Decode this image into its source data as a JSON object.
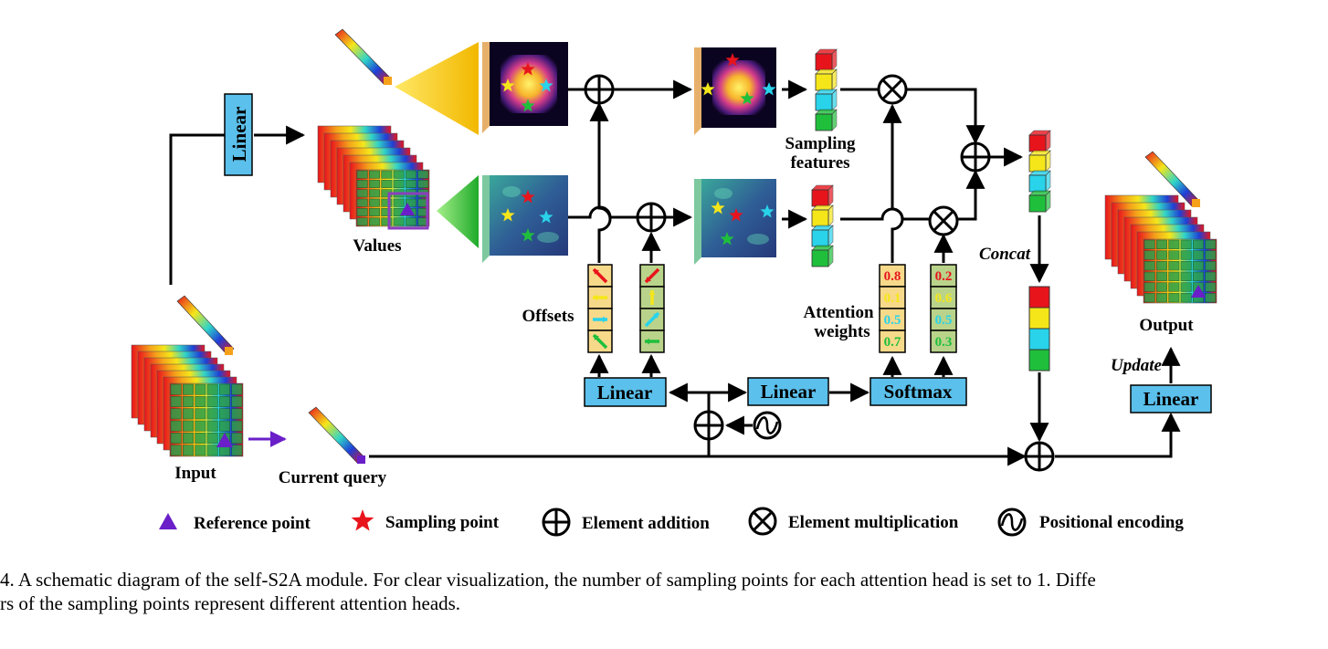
{
  "labels": {
    "linear_top": "Linear",
    "values": "Values",
    "sampling_features_1": "Sampling",
    "sampling_features_2": "features",
    "offsets": "Offsets",
    "attention_weights_1": "Attention",
    "attention_weights_2": "weights",
    "concat": "Concat",
    "output": "Output",
    "update": "Update",
    "input": "Input",
    "current_query": "Current query",
    "linear_offsets": "Linear",
    "linear_mid": "Linear",
    "softmax": "Softmax",
    "linear_out": "Linear"
  },
  "weights": {
    "col1": [
      "0.8",
      "0.1",
      "0.5",
      "0.7"
    ],
    "col2": [
      "0.2",
      "0.6",
      "0.5",
      "0.3"
    ]
  },
  "legend": {
    "reference_point": "Reference point",
    "sampling_point": "Sampling point",
    "element_addition": "Element addition",
    "element_multiplication": "Element  multiplication",
    "positional_encoding": "Positional encoding"
  },
  "caption": {
    "line1": "4.  A schematic diagram of the self-S2A module. For clear visualization, the number of sampling points for each attention head is set to 1. Diffe",
    "line2": "rs of the sampling points represent different attention heads."
  },
  "colors": {
    "box_fill": "#5bc0eb",
    "head_red": "#e8141c",
    "head_yellow": "#f5e61a",
    "head_cyan": "#29d3ea",
    "head_green": "#1fbf3c",
    "reference_purple": "#6a1fc8"
  }
}
